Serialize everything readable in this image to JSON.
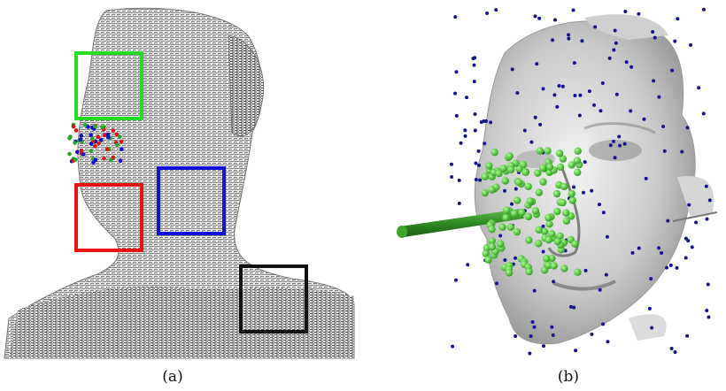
{
  "figure": {
    "captions": {
      "a": "(a)",
      "b": "(b)"
    },
    "panel_a": {
      "boxes": [
        {
          "name": "green-box",
          "color": "#22dd22"
        },
        {
          "name": "red-box",
          "color": "#ee1111"
        },
        {
          "name": "blue-box",
          "color": "#1111dd"
        },
        {
          "name": "black-box",
          "color": "#111111"
        }
      ],
      "point_colors": [
        "#dd1111",
        "#22aa22",
        "#1111cc"
      ]
    },
    "panel_b": {
      "green_point_color": "#33cc22",
      "blue_point_color": "#141490",
      "cylinder_color": "#2e8b22"
    }
  }
}
